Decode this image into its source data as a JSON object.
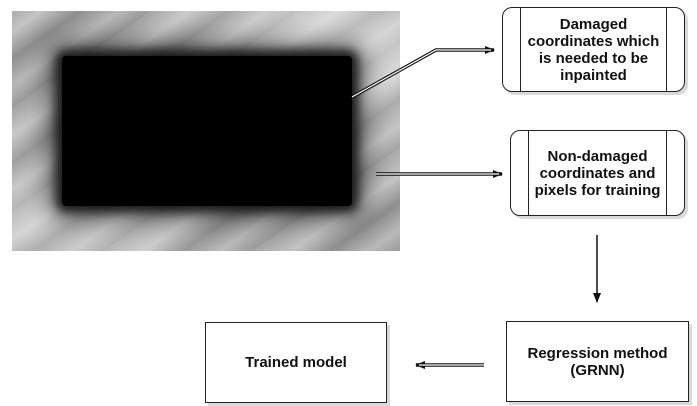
{
  "nodes": {
    "damaged": {
      "label": "Damaged coordinates which is needed to be inpainted"
    },
    "non_damaged": {
      "label": "Non-damaged coordinates and pixels for training"
    },
    "regression": {
      "label": "Regression method (GRNN)"
    },
    "trained": {
      "label": "Trained model"
    }
  },
  "image": {
    "description_icon": "damaged-image-with-black-mask"
  }
}
